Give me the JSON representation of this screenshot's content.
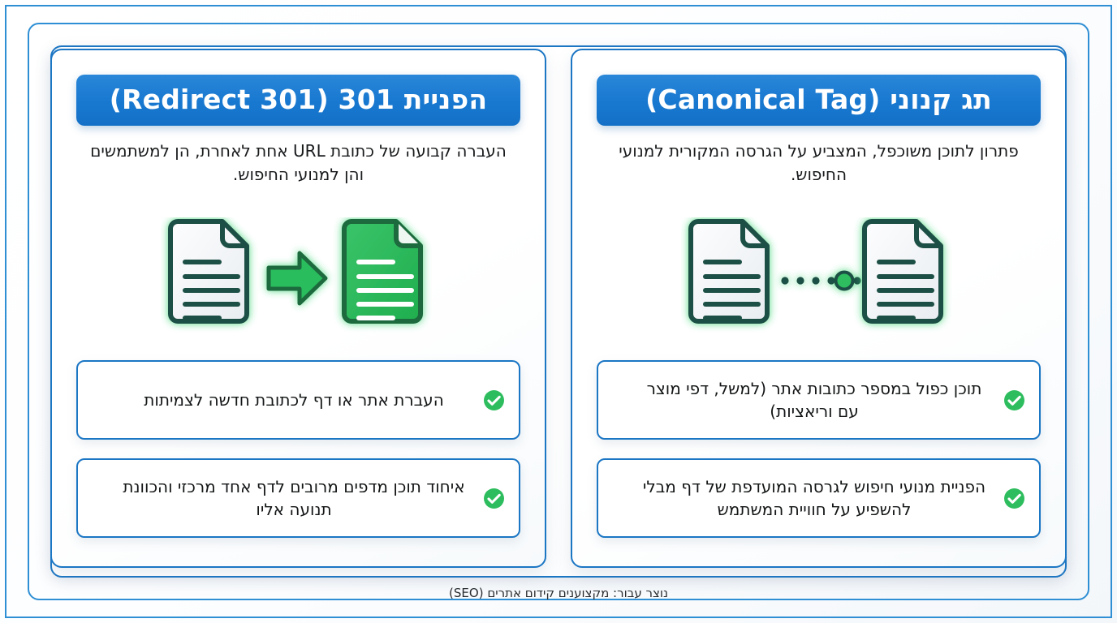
{
  "poster": {
    "footer_note": "נוצר עבור: מקצוענים קידום אתרים (SEO)",
    "accent_blue": "#1878d0",
    "frame_blue": "#2f8fd4",
    "accent_green": "#2ebd5e",
    "doc_outline": "#1f4f45"
  },
  "cards": [
    {
      "id": "redirect-301",
      "title": "הפניית 301 (301 Redirect)",
      "description": "העברה קבועה של כתובת URL אחת לאחרת, הן למשתמשים והן למנועי החיפוש.",
      "illustration": "document-arrow-document",
      "bullets": [
        {
          "icon": "check-circle-icon",
          "text": "העברת אתר או דף לכתובת חדשה לצמיתות"
        },
        {
          "icon": "check-circle-icon",
          "text": "איחוד תוכן מדפים מרובים לדף אחד מרכזי והכוונת תנועה אליו"
        }
      ]
    },
    {
      "id": "canonical-tag",
      "title": "תג קנוני (Canonical Tag)",
      "description": "פתרון לתוכן משוכפל, המצביע על הגרסה המקורית למנועי החיפוש.",
      "illustration": "document-dots-document",
      "bullets": [
        {
          "icon": "check-circle-icon",
          "text": "תוכן כפול במספר כתובות אתר (למשל, דפי מוצר עם וריאציות)"
        },
        {
          "icon": "check-circle-icon",
          "text": "הפניית מנועי חיפוש לגרסה המועדפת של דף מבלי להשפיע על חוויית המשתמש"
        }
      ]
    }
  ]
}
